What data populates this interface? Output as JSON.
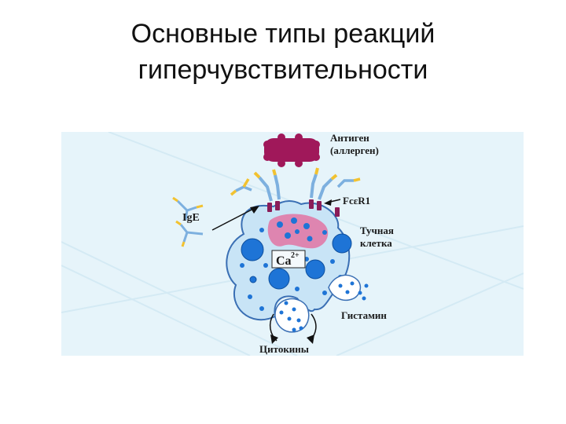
{
  "slide": {
    "title_line1": "Основные типы реакций",
    "title_line2": "гиперчувствительности"
  },
  "diagram": {
    "labels": {
      "antigen_line1": "Антиген",
      "antigen_line2": "(аллерген)",
      "fcer1": "FcεR1",
      "ige": "IgE",
      "mast_cell_line1": "Тучная",
      "mast_cell_line2": "клетка",
      "calcium": "Ca",
      "calcium_charge": "2+",
      "histamine": "Гистамин",
      "cytokines": "Цитокины"
    },
    "colors": {
      "background": "#e6f4fa",
      "cell_fill": "#c8e4f6",
      "cell_stroke": "#3a6fb4",
      "granule": "#1e74d6",
      "antigen": "#a0185a",
      "receptor": "#8a1c58",
      "nucleus": "#e07aa8",
      "antibody_yellow": "#f2c230",
      "antibody_blue": "#7db0df"
    }
  }
}
